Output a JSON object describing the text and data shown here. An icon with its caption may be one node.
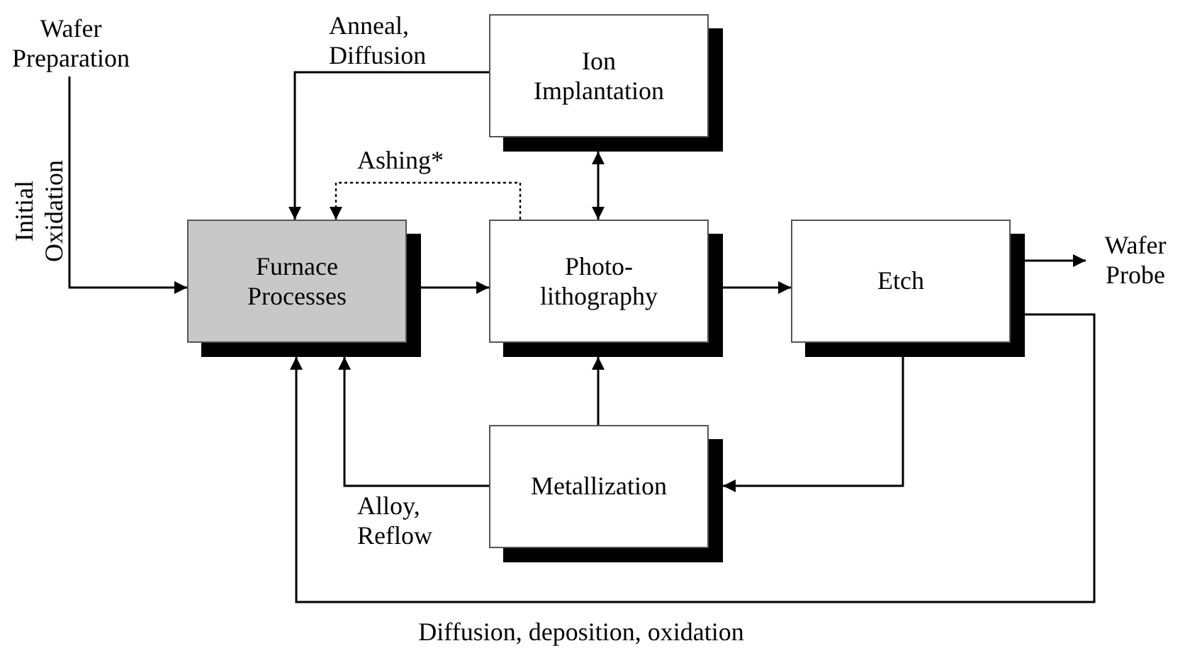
{
  "diagram": {
    "nodes": [
      {
        "text": [
          "Wafer Preparation"
        ]
      },
      {
        "text": [
          "Furnace Processes"
        ]
      },
      {
        "text": [
          "Ion Implantation"
        ]
      },
      {
        "text": [
          "Photo- lithography"
        ]
      },
      {
        "text": [
          "Etch"
        ]
      },
      {
        "text": [
          "Wafer Probe"
        ]
      },
      {
        "text": [
          "Metallization"
        ]
      }
    ],
    "edges": [
      {
        "from": 0,
        "to": 1,
        "arrow": "to",
        "label": "Initial Oxidation"
      },
      {
        "from": 2,
        "to": 1,
        "arrow": "to",
        "label": "Anneal, Diffusion"
      },
      {
        "from": 3,
        "to": 1,
        "arrow": "to",
        "label": "Ashing*",
        "style": "dashed"
      },
      {
        "from": 2,
        "to": 3,
        "arrow": "both"
      },
      {
        "from": 1,
        "to": 3,
        "arrow": "to"
      },
      {
        "from": 3,
        "to": 4,
        "arrow": "to"
      },
      {
        "from": 4,
        "to": 5,
        "arrow": "to"
      },
      {
        "from": 6,
        "to": 3,
        "arrow": "to"
      },
      {
        "from": 4,
        "to": 6,
        "arrow": "to"
      },
      {
        "from": 6,
        "to": 1,
        "arrow": "to",
        "label": "Alloy, Reflow"
      },
      {
        "from": 4,
        "to": 1,
        "arrow": "to",
        "label": "Diffusion, deposition, oxidation"
      }
    ]
  }
}
